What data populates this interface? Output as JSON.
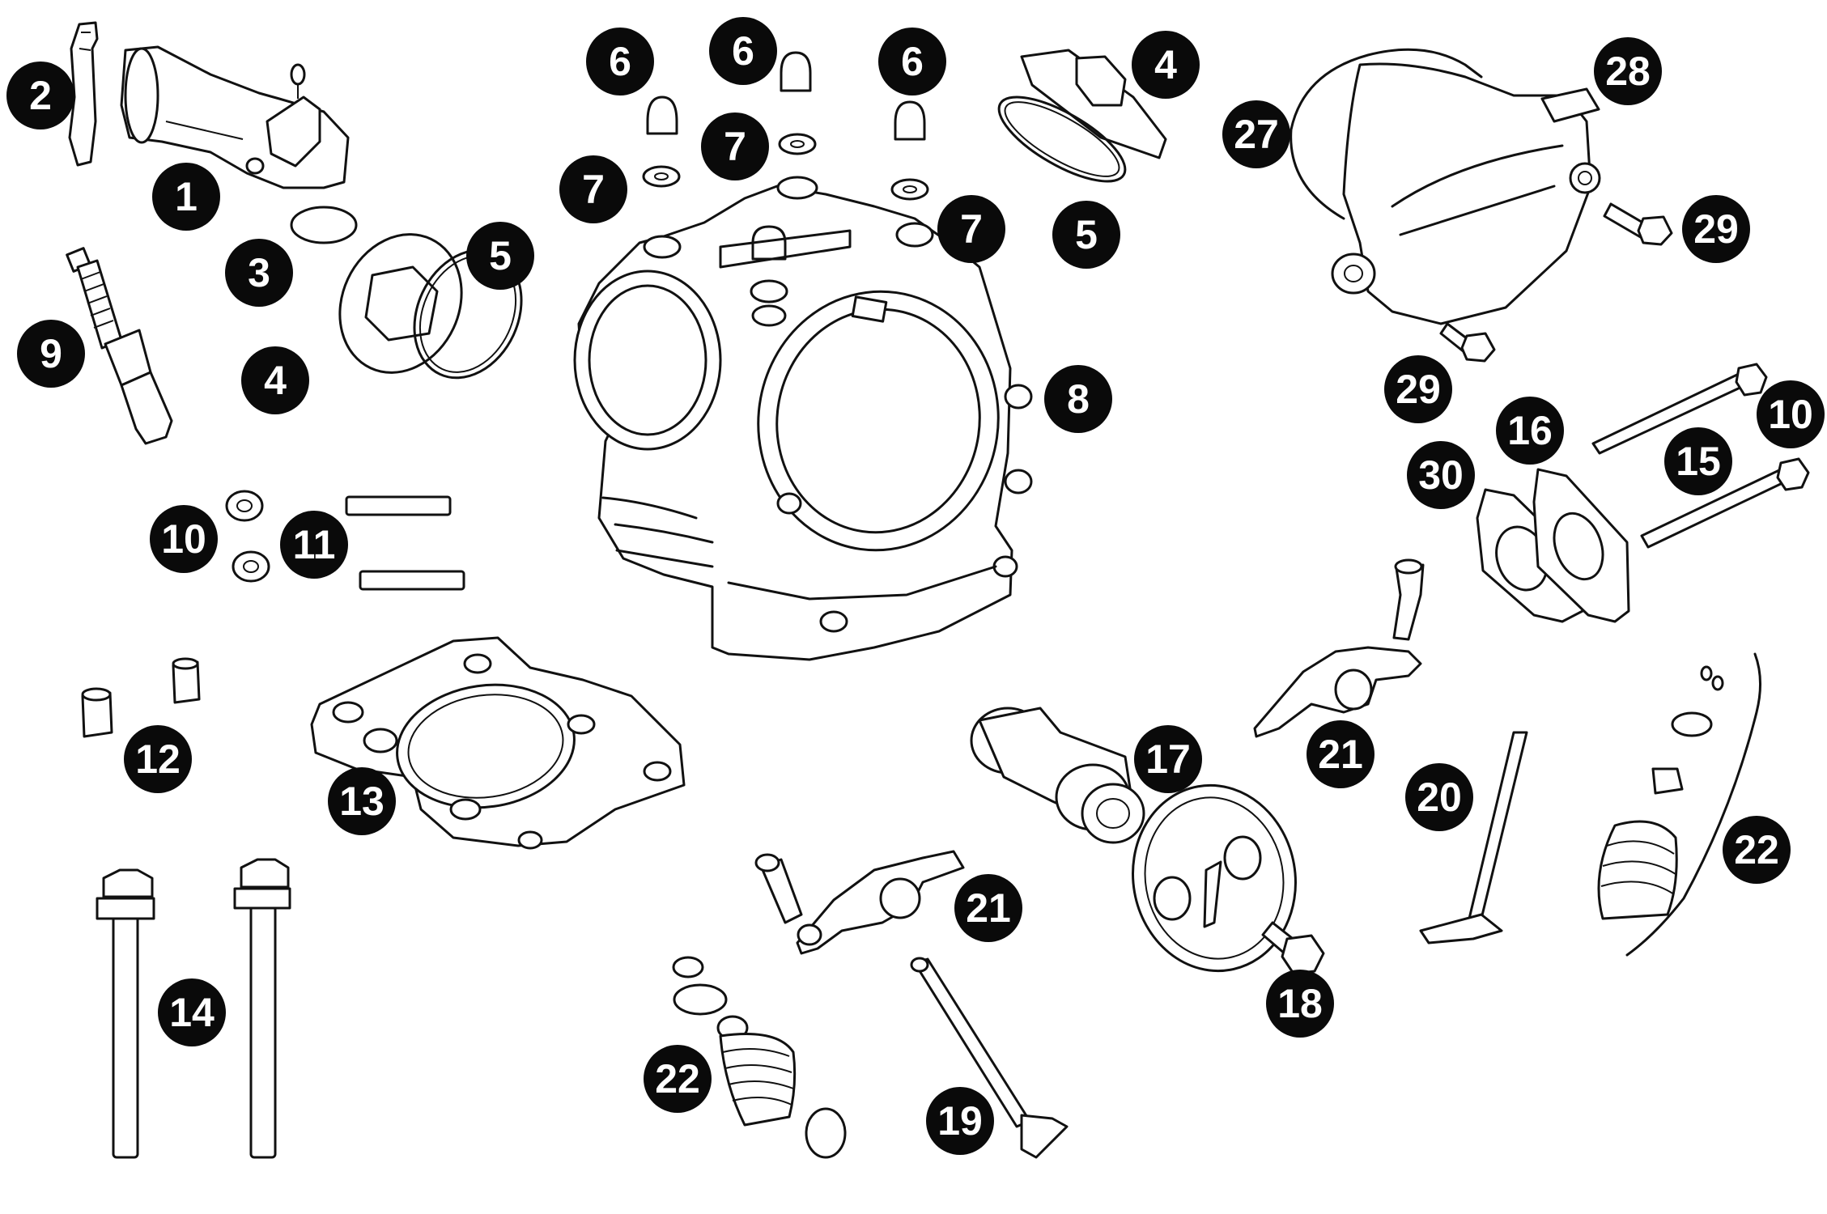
{
  "diagram": {
    "colors": {
      "line": "#111111",
      "callout_fill": "#0a0a0a",
      "callout_text": "#ffffff",
      "background": "#ffffff"
    },
    "callouts": [
      {
        "id": "c1",
        "label": "1"
      },
      {
        "id": "c2",
        "label": "2"
      },
      {
        "id": "c3",
        "label": "3"
      },
      {
        "id": "c4a",
        "label": "4"
      },
      {
        "id": "c4b",
        "label": "4"
      },
      {
        "id": "c5a",
        "label": "5"
      },
      {
        "id": "c5b",
        "label": "5"
      },
      {
        "id": "c6a",
        "label": "6"
      },
      {
        "id": "c6b",
        "label": "6"
      },
      {
        "id": "c6c",
        "label": "6"
      },
      {
        "id": "c7a",
        "label": "7"
      },
      {
        "id": "c7b",
        "label": "7"
      },
      {
        "id": "c7c",
        "label": "7"
      },
      {
        "id": "c8",
        "label": "8"
      },
      {
        "id": "c9",
        "label": "9"
      },
      {
        "id": "c10a",
        "label": "10"
      },
      {
        "id": "c10b",
        "label": "10"
      },
      {
        "id": "c11",
        "label": "11"
      },
      {
        "id": "c12",
        "label": "12"
      },
      {
        "id": "c13",
        "label": "13"
      },
      {
        "id": "c14",
        "label": "14"
      },
      {
        "id": "c15",
        "label": "15"
      },
      {
        "id": "c16",
        "label": "16"
      },
      {
        "id": "c17",
        "label": "17"
      },
      {
        "id": "c18",
        "label": "18"
      },
      {
        "id": "c19",
        "label": "19"
      },
      {
        "id": "c20",
        "label": "20"
      },
      {
        "id": "c21a",
        "label": "21"
      },
      {
        "id": "c21b",
        "label": "21"
      },
      {
        "id": "c22a",
        "label": "22"
      },
      {
        "id": "c22b",
        "label": "22"
      },
      {
        "id": "c27",
        "label": "27"
      },
      {
        "id": "c28",
        "label": "28"
      },
      {
        "id": "c29a",
        "label": "29"
      },
      {
        "id": "c29b",
        "label": "29"
      },
      {
        "id": "c30",
        "label": "30"
      }
    ]
  }
}
